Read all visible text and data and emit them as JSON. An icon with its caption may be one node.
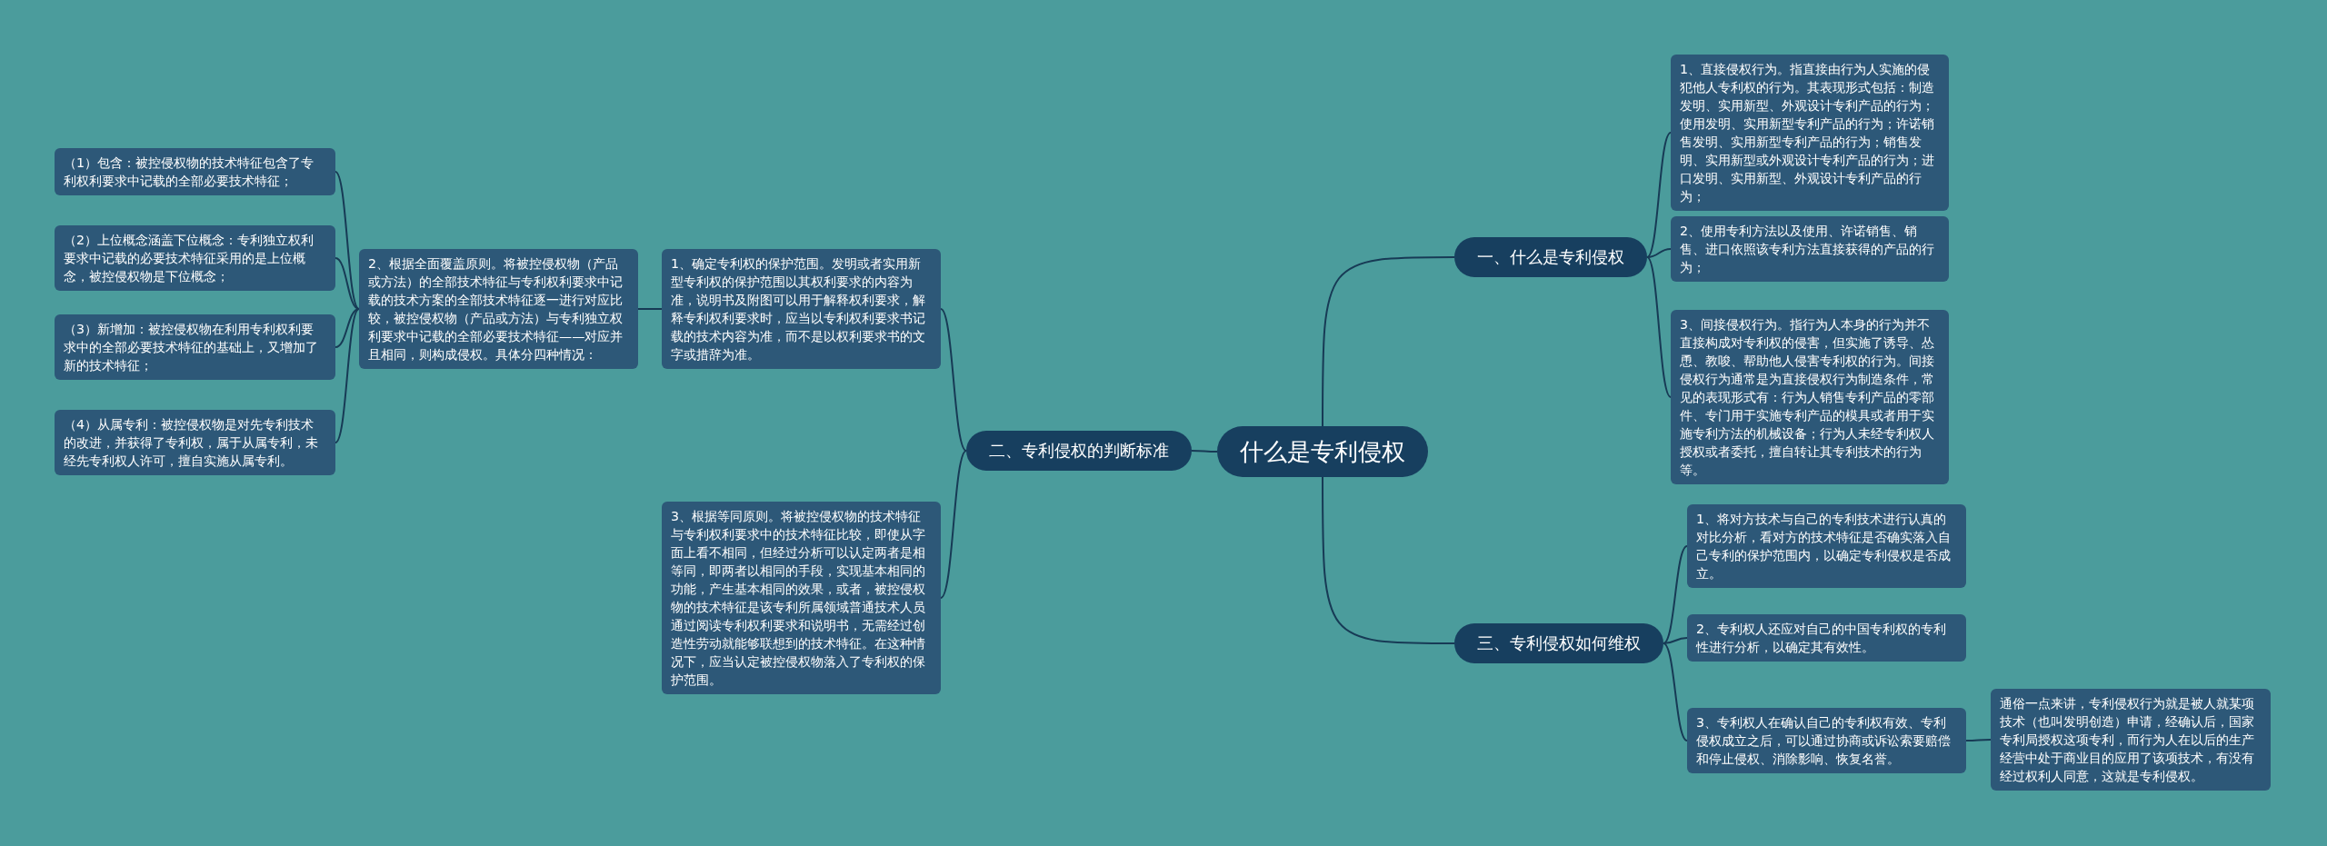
{
  "diagram": {
    "nodes": [
      {
        "text": [
          "什么是专利侵权"
        ]
      },
      {
        "text": [
          "一、什么是专利侵权"
        ]
      },
      {
        "text": [
          "1、直接侵权行为。指直接由行为人实施的侵犯他人专利权的行为。其表现形式包括：制造发明、实用新型、外观设计专利产品的行为；使用发明、实用新型专利产品的行为；许诺销售发明、实用新型专利产品的行为；销售发明、实用新型或外观设计专利产品的行为；进口发明、实用新型、外观设计专利产品的行为；"
        ]
      },
      {
        "text": [
          "2、使用专利方法以及使用、许诺销售、销售、进口依照该专利方法直接获得的产品的行为；"
        ]
      },
      {
        "text": [
          "3、间接侵权行为。指行为人本身的行为并不直接构成对专利权的侵害，但实施了诱导、怂恿、教唆、帮助他人侵害专利权的行为。间接侵权行为通常是为直接侵权行为制造条件，常见的表现形式有：行为人销售专利产品的零部件、专门用于实施专利产品的模具或者用于实施专利方法的机械设备；行为人未经专利权人授权或者委托，擅自转让其专利技术的行为等。"
        ]
      },
      {
        "text": [
          "二、专利侵权的判断标准"
        ]
      },
      {
        "text": [
          "1、确定专利权的保护范围。发明或者实用新型专利权的保护范围以其权利要求的内容为准，说明书及附图可以用于解释权利要求，解释专利权利要求时，应当以专利权利要求书记载的技术内容为准，而不是以权利要求书的文字或措辞为准。"
        ]
      },
      {
        "text": [
          "2、根据全面覆盖原则。将被控侵权物（产品或方法）的全部技术特征与专利权利要求中记载的技术方案的全部技术特征逐一进行对应比较，被控侵权物（产品或方法）与专利独立权利要求中记载的全部必要技术特征——对应并且相同，则构成侵权。具体分四种情况："
        ]
      },
      {
        "text": [
          "（1）包含：被控侵权物的技术特征包含了专利权利要求中记载的全部必要技术特征；"
        ]
      },
      {
        "text": [
          "（2）上位概念涵盖下位概念：专利独立权利要求中记载的必要技术特征采用的是上位概念，被控侵权物是下位概念；"
        ]
      },
      {
        "text": [
          "（3）新增加：被控侵权物在利用专利权利要求中的全部必要技术特征的基础上，又增加了新的技术特征；"
        ]
      },
      {
        "text": [
          "（4）从属专利：被控侵权物是对先专利技术的改进，并获得了专利权，属于从属专利，未经先专利权人许可，擅自实施从属专利。"
        ]
      },
      {
        "text": [
          "3、根据等同原则。将被控侵权物的技术特征与专利权利要求中的技术特征比较，即使从字面上看不相同，但经过分析可以认定两者是相等同，即两者以相同的手段，实现基本相同的功能，产生基本相同的效果，或者，被控侵权物的技术特征是该专利所属领域普通技术人员通过阅读专利权利要求和说明书，无需经过创造性劳动就能够联想到的技术特征。在这种情况下，应当认定被控侵权物落入了专利权的保护范围。"
        ]
      },
      {
        "text": [
          "三、专利侵权如何维权"
        ]
      },
      {
        "text": [
          "1、将对方技术与自己的专利技术进行认真的对比分析，看对方的技术特征是否确实落入自己专利的保护范围内，以确定专利侵权是否成立。"
        ]
      },
      {
        "text": [
          "2、专利权人还应对自己的中国专利权的专利性进行分析，以确定其有效性。"
        ]
      },
      {
        "text": [
          "3、专利权人在确认自己的专利权有效、专利侵权成立之后，可以通过协商或诉讼索要赔偿和停止侵权、消除影响、恢复名誉。"
        ]
      },
      {
        "text": [
          "通俗一点来讲，专利侵权行为就是被人就某项技术（也叫发明创造）申请，经确认后，国家专利局授权这项专利，而行为人在以后的生产经营中处于商业目的应用了该项技术，有没有经过权利人同意，这就是专利侵权。"
        ]
      }
    ],
    "edges": [
      {
        "from": 0,
        "to": 1,
        "arrow": "none"
      },
      {
        "from": 1,
        "to": 2,
        "arrow": "none"
      },
      {
        "from": 1,
        "to": 3,
        "arrow": "none"
      },
      {
        "from": 1,
        "to": 4,
        "arrow": "none"
      },
      {
        "from": 0,
        "to": 5,
        "arrow": "none"
      },
      {
        "from": 5,
        "to": 6,
        "arrow": "none"
      },
      {
        "from": 6,
        "to": 7,
        "arrow": "none"
      },
      {
        "from": 7,
        "to": 8,
        "arrow": "none"
      },
      {
        "from": 7,
        "to": 9,
        "arrow": "none"
      },
      {
        "from": 7,
        "to": 10,
        "arrow": "none"
      },
      {
        "from": 7,
        "to": 11,
        "arrow": "none"
      },
      {
        "from": 5,
        "to": 12,
        "arrow": "none"
      },
      {
        "from": 0,
        "to": 13,
        "arrow": "none"
      },
      {
        "from": 13,
        "to": 14,
        "arrow": "none"
      },
      {
        "from": 13,
        "to": 15,
        "arrow": "none"
      },
      {
        "from": 13,
        "to": 16,
        "arrow": "none"
      },
      {
        "from": 16,
        "to": 17,
        "arrow": "none"
      }
    ]
  }
}
